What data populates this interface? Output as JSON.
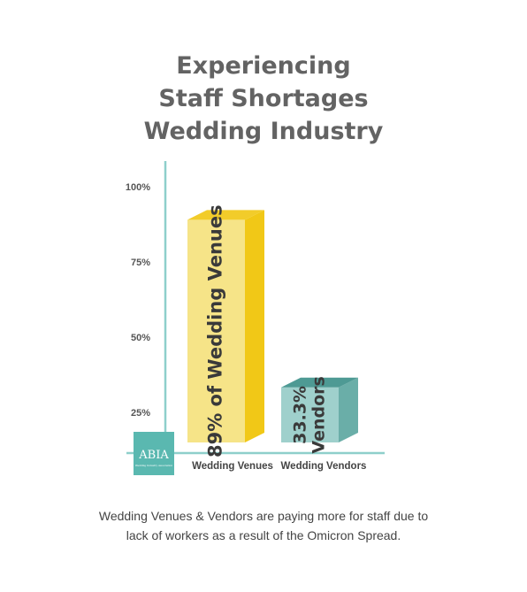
{
  "title_lines": [
    "Experiencing",
    "Staff Shortages",
    "Wedding Industry"
  ],
  "caption_lines": [
    "Wedding Venues & Vendors are paying more for staff due to",
    "lack of workers as a result of the Omicron Spread."
  ],
  "logo": {
    "text": "ABIA",
    "subtext": "Wedding Industry Association"
  },
  "colors": {
    "axis": "#8ecfcb",
    "venue_front": "#f6e488",
    "venue_side": "#f1c817",
    "venue_top": "#f2cc2a",
    "vendor_front": "#9fd0cc",
    "vendor_side": "#6aaea8",
    "vendor_top": "#4e9a94",
    "logo_bg": "#5ab8b0"
  },
  "chart_data": {
    "type": "bar",
    "title": "Experiencing Staff Shortages Wedding Industry",
    "categories": [
      "Wedding Venues",
      "Wedding Vendors"
    ],
    "values": [
      89,
      33.3
    ],
    "bar_labels": [
      [
        "89% of Wedding Venues"
      ],
      [
        "33.3%",
        "Vendors"
      ]
    ],
    "y_ticks": [
      "100%",
      "75%",
      "50%",
      "25%"
    ],
    "y_tick_values": [
      100,
      75,
      50,
      25
    ],
    "xlabel": "",
    "ylabel": "",
    "grid": false
  }
}
